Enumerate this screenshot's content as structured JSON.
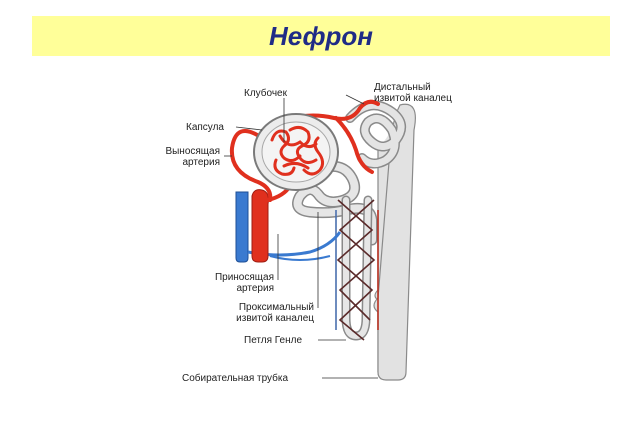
{
  "title": "Нефрон",
  "labels": {
    "glomerulus": "Клубочек",
    "distal_1": "Дистальный",
    "distal_2": "извитой каналец",
    "capsule": "Капсула",
    "efferent_1": "Выносящая",
    "efferent_2": "артерия",
    "afferent_1": "Приносящая",
    "afferent_2": "артерия",
    "proximal_1": "Проксимальный",
    "proximal_2": "извитой каналец",
    "loop": "Петля Генле",
    "collecting": "Собирательная трубка"
  },
  "colors": {
    "banner": "#ffff99",
    "title": "#1f2b86",
    "artery": "#e0301e",
    "vein": "#3a7ad0",
    "tubule": "#d8d8d8",
    "tubule_edge": "#8a8a8a"
  }
}
